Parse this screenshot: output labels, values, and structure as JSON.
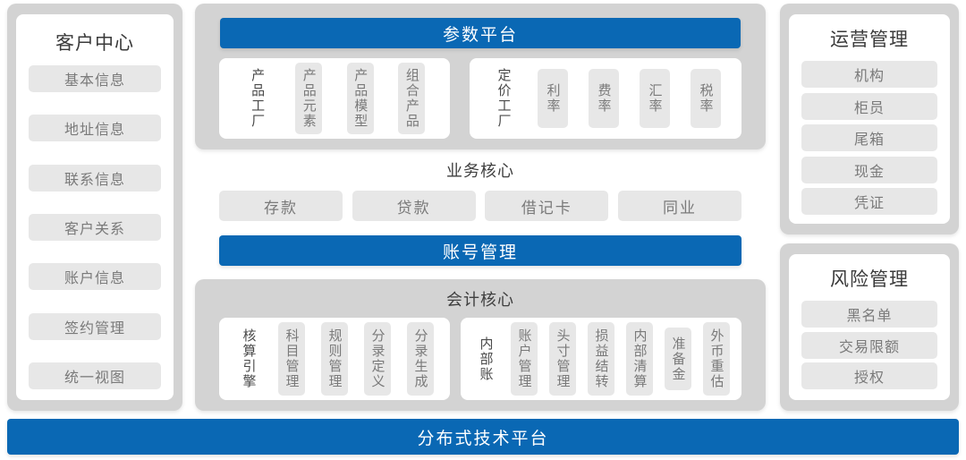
{
  "left_panel": {
    "title": "客户中心",
    "items": [
      {
        "label": "基本信息"
      },
      {
        "label": "地址信息"
      },
      {
        "label": "联系信息"
      },
      {
        "label": "客户关系"
      },
      {
        "label": "账户信息"
      },
      {
        "label": "签约管理"
      },
      {
        "label": "统一视图"
      }
    ]
  },
  "parameter_platform": {
    "banner": "参数平台",
    "groups": [
      {
        "name": "product-factory-group",
        "items": [
          {
            "label": "产品工厂",
            "style": "plain"
          },
          {
            "label": "产品元素",
            "style": "chip"
          },
          {
            "label": "产品模型",
            "style": "chip"
          },
          {
            "label": "组合产品",
            "style": "chip"
          }
        ]
      },
      {
        "name": "pricing-factory-group",
        "items": [
          {
            "label": "定价工厂",
            "style": "plain"
          },
          {
            "label": "利率",
            "style": "chip"
          },
          {
            "label": "费率",
            "style": "chip"
          },
          {
            "label": "汇率",
            "style": "chip"
          },
          {
            "label": "税率",
            "style": "chip"
          }
        ]
      }
    ]
  },
  "business_core": {
    "title": "业务核心",
    "items": [
      {
        "label": "存款"
      },
      {
        "label": "贷款"
      },
      {
        "label": "借记卡"
      },
      {
        "label": "同业"
      }
    ],
    "banner": "账号管理"
  },
  "accounting_core": {
    "title": "会计核心",
    "groups": [
      {
        "name": "accounting-engine-group",
        "items": [
          {
            "label": "核算引擎",
            "style": "plain"
          },
          {
            "label": "科目管理",
            "style": "chip"
          },
          {
            "label": "规则管理",
            "style": "chip"
          },
          {
            "label": "分录定义",
            "style": "chip"
          },
          {
            "label": "分录生成",
            "style": "chip"
          }
        ]
      },
      {
        "name": "internal-account-group",
        "items": [
          {
            "label": "内部账",
            "style": "plain"
          },
          {
            "label": "账户管理",
            "style": "chip"
          },
          {
            "label": "头寸管理",
            "style": "chip"
          },
          {
            "label": "损益结转",
            "style": "chip"
          },
          {
            "label": "内部清算",
            "style": "chip"
          },
          {
            "label": "准备金",
            "style": "chip"
          },
          {
            "label": "外币重估",
            "style": "chip"
          }
        ]
      }
    ]
  },
  "operations_panel": {
    "title": "运营管理",
    "items": [
      {
        "label": "机构"
      },
      {
        "label": "柜员"
      },
      {
        "label": "尾箱"
      },
      {
        "label": "现金"
      },
      {
        "label": "凭证"
      }
    ]
  },
  "risk_panel": {
    "title": "风险管理",
    "items": [
      {
        "label": "黑名单"
      },
      {
        "label": "交易限额"
      },
      {
        "label": "授权"
      }
    ]
  },
  "bottom_platform": {
    "label": "分布式技术平台"
  },
  "colors": {
    "accent_blue": "#0a68b4",
    "shell_gray": "#d3d3d3",
    "chip_gray": "#e7e7e7",
    "chip_text": "#7a7a7a",
    "title_text": "#3a3a3a",
    "white": "#ffffff"
  }
}
